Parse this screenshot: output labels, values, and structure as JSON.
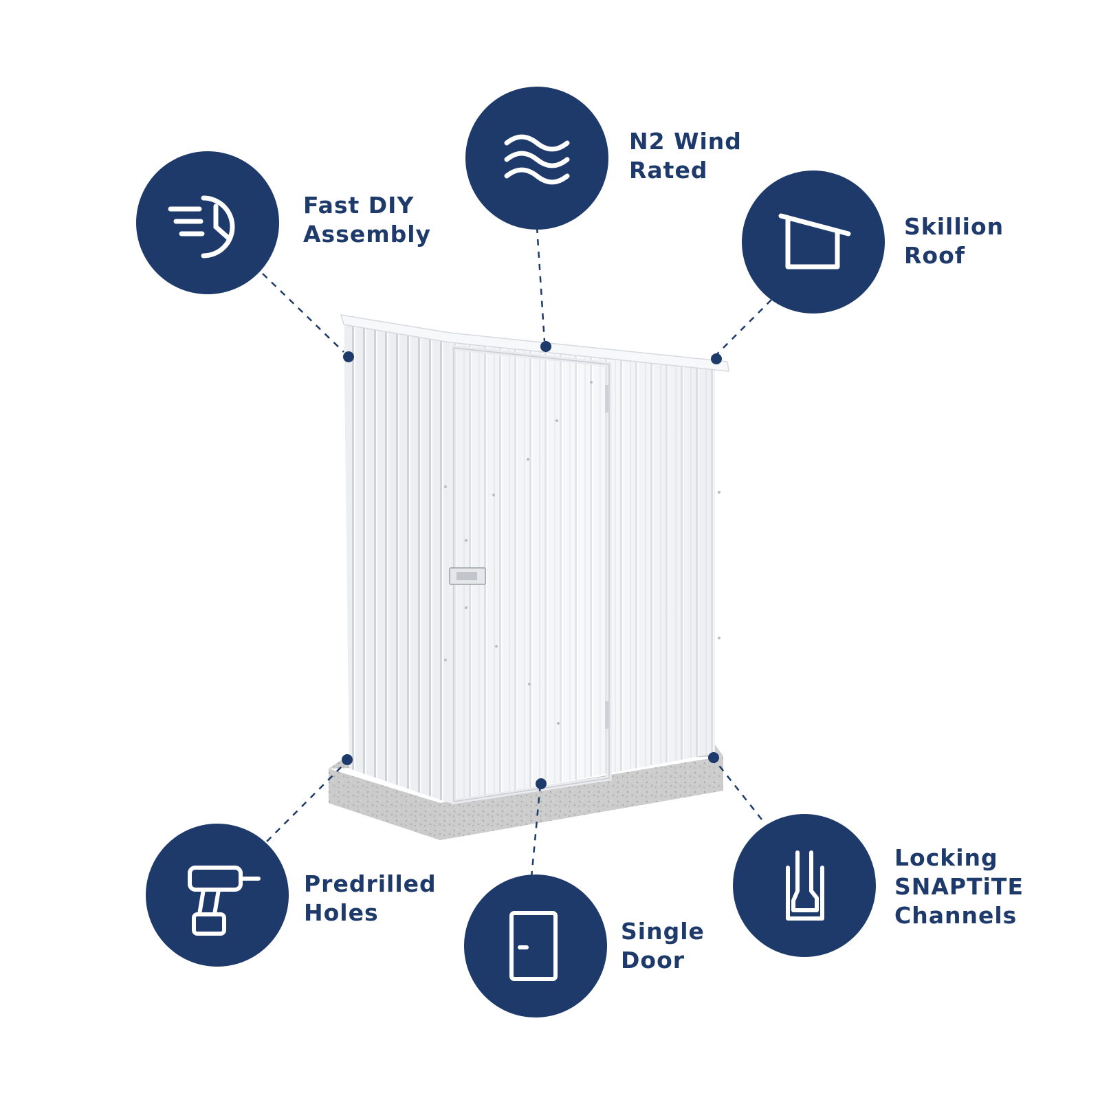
{
  "colors": {
    "brand_navy": "#1e3a6b",
    "shed_white": "#f3f4f6",
    "concrete_grey": "#c4c4c4",
    "background": "#ffffff"
  },
  "features": [
    {
      "key": "fast_diy",
      "icon": "clock-speed-icon",
      "lines": [
        "Fast DIY",
        "Assembly"
      ]
    },
    {
      "key": "wind",
      "icon": "wind-waves-icon",
      "lines": [
        "N2 Wind",
        "Rated"
      ]
    },
    {
      "key": "skillion",
      "icon": "skillion-roof-icon",
      "lines": [
        "Skillion",
        "Roof"
      ]
    },
    {
      "key": "predrilled",
      "icon": "drill-icon",
      "lines": [
        "Predrilled",
        "Holes"
      ]
    },
    {
      "key": "door",
      "icon": "door-icon",
      "lines": [
        "Single",
        "Door"
      ]
    },
    {
      "key": "snaptite",
      "icon": "snaptite-channel-icon",
      "lines": [
        "Locking",
        "SNAPTiTE",
        "Channels"
      ]
    }
  ]
}
